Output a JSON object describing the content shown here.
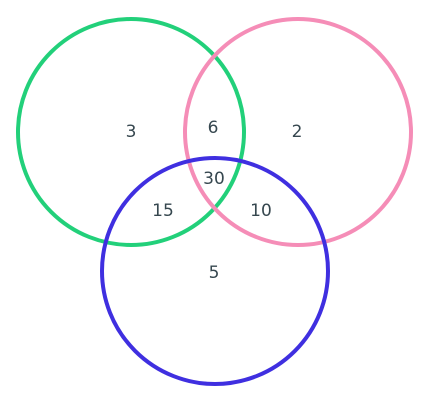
{
  "venn": {
    "sets": [
      {
        "color": "#22d07a"
      },
      {
        "color": "#f58db7"
      },
      {
        "color": "#3f2fe0"
      }
    ],
    "regions": {
      "only_a": "3",
      "only_b": "2",
      "only_c": "5",
      "a_and_b": "6",
      "a_and_c": "15",
      "b_and_c": "10",
      "all_three": "30"
    },
    "text_color": "#36474f"
  }
}
